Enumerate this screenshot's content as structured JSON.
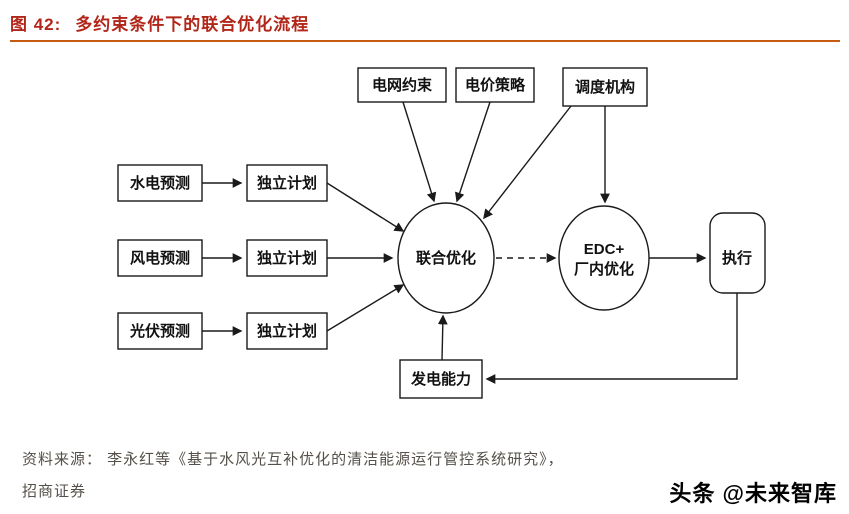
{
  "header": {
    "figure_label": "图 42:",
    "title": "多约束条件下的联合优化流程"
  },
  "diagram": {
    "nodes": {
      "grid_constraint": "电网约束",
      "price_strategy": "电价策略",
      "dispatch_agency": "调度机构",
      "hydro_forecast": "水电预测",
      "wind_forecast": "风电预测",
      "pv_forecast": "光伏预测",
      "independent_plan_1": "独立计划",
      "independent_plan_2": "独立计划",
      "independent_plan_3": "独立计划",
      "joint_optimization": "联合优化",
      "edc_top": "EDC+",
      "edc_bottom": "厂内优化",
      "execute": "执行",
      "generation_capacity": "发电能力"
    }
  },
  "footer": {
    "source_line1": "资料来源：  李永红等《基于水风光互补优化的清洁能源运行管控系统研究》，",
    "source_line2": "招商证券",
    "watermark": "头条 @未来智库"
  },
  "colors": {
    "title_red": "#b2261a",
    "divider_orange": "#c55a11",
    "stroke_black": "#1a1a1a"
  }
}
